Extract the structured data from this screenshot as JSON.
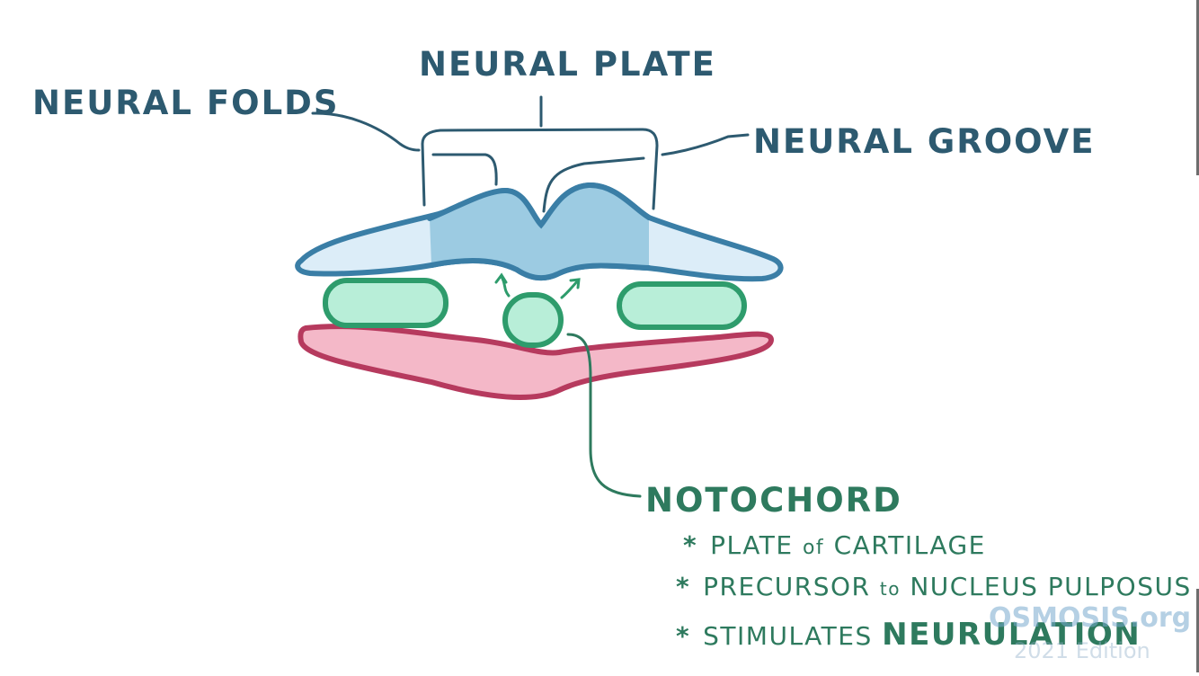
{
  "labels": {
    "neural_plate": "Neural Plate",
    "neural_folds": "Neural Folds",
    "neural_groove": "Neural Groove",
    "notochord": "Notochord"
  },
  "notochord_notes": [
    {
      "prefix": "Plate ",
      "small": "of",
      "rest": " Cartilage"
    },
    {
      "prefix": "Precursor ",
      "small": "to",
      "rest": " Nucleus Pulposus"
    },
    {
      "prefix": "Stimulates ",
      "small": "",
      "rest": "Neurulation"
    }
  ],
  "bullet_symbol": "*",
  "watermark": {
    "brand": "OSMOSIS.org",
    "edition": "2021 Edition"
  },
  "colors": {
    "label_blue": "#2d5a70",
    "label_green": "#2e7a5e",
    "ectoderm_fill": "#dcedf8",
    "neural_plate_fill": "#9ccbe2",
    "outline_blue": "#3a7ea6",
    "mesoderm_fill": "#b8eed8",
    "mesoderm_outline": "#2e9c6c",
    "endoderm_fill": "#f4b8c8",
    "endoderm_outline": "#b63a5e"
  }
}
